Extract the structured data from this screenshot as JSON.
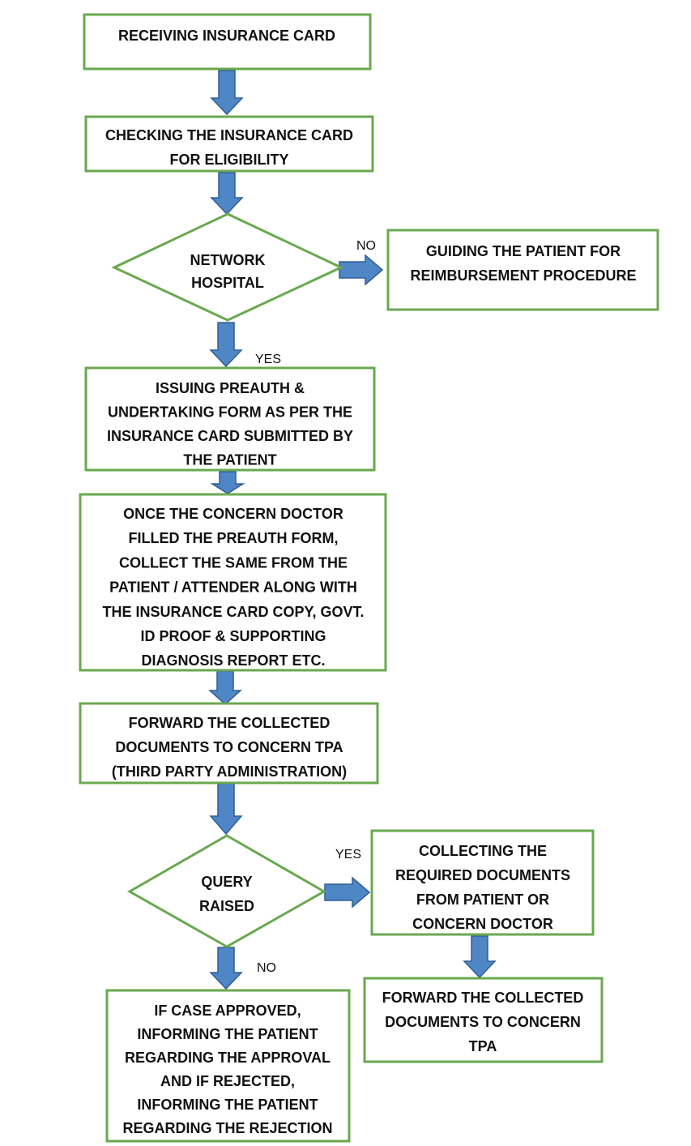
{
  "colors": {
    "box_border": "#6aa84f",
    "arrow_fill": "#4f86c6",
    "arrow_stroke": "#2e5f92",
    "text": "#111111",
    "background": "#ffffff"
  },
  "nodes": {
    "receiving": {
      "lines": [
        "RECEIVING INSURANCE CARD"
      ]
    },
    "checking": {
      "lines": [
        "CHECKING THE INSURANCE CARD",
        "FOR ELIGIBILITY"
      ]
    },
    "network": {
      "lines": [
        "NETWORK",
        "HOSPITAL"
      ]
    },
    "guiding": {
      "lines": [
        "GUIDING THE PATIENT FOR",
        "REIMBURSEMENT PROCEDURE"
      ]
    },
    "issuing": {
      "lines": [
        "ISSUING PREAUTH &",
        "UNDERTAKING FORM AS PER THE",
        "INSURANCE CARD SUBMITTED BY",
        "THE PATIENT"
      ]
    },
    "once": {
      "lines": [
        "ONCE THE CONCERN DOCTOR",
        "FILLED THE PREAUTH FORM,",
        "COLLECT THE SAME FROM THE",
        "PATIENT / ATTENDER ALONG WITH",
        "THE INSURANCE CARD COPY, GOVT.",
        "ID PROOF & SUPPORTING",
        "DIAGNOSIS REPORT ETC."
      ]
    },
    "forward1": {
      "lines": [
        "FORWARD THE COLLECTED",
        "DOCUMENTS TO CONCERN TPA",
        "(THIRD PARTY ADMINISTRATION)"
      ]
    },
    "query": {
      "lines": [
        "QUERY",
        "RAISED"
      ]
    },
    "collecting": {
      "lines": [
        "COLLECTING THE",
        "REQUIRED DOCUMENTS",
        "FROM PATIENT OR",
        "CONCERN DOCTOR"
      ]
    },
    "forward2": {
      "lines": [
        "FORWARD THE COLLECTED",
        "DOCUMENTS TO CONCERN",
        "TPA"
      ]
    },
    "result": {
      "lines": [
        "IF CASE APPROVED,",
        "INFORMING THE PATIENT",
        "REGARDING THE APPROVAL",
        "AND IF REJECTED,",
        "INFORMING THE PATIENT",
        "REGARDING THE REJECTION"
      ]
    }
  },
  "edges": {
    "network_no": "NO",
    "network_yes": "YES",
    "query_yes": "YES",
    "query_no": "NO"
  }
}
